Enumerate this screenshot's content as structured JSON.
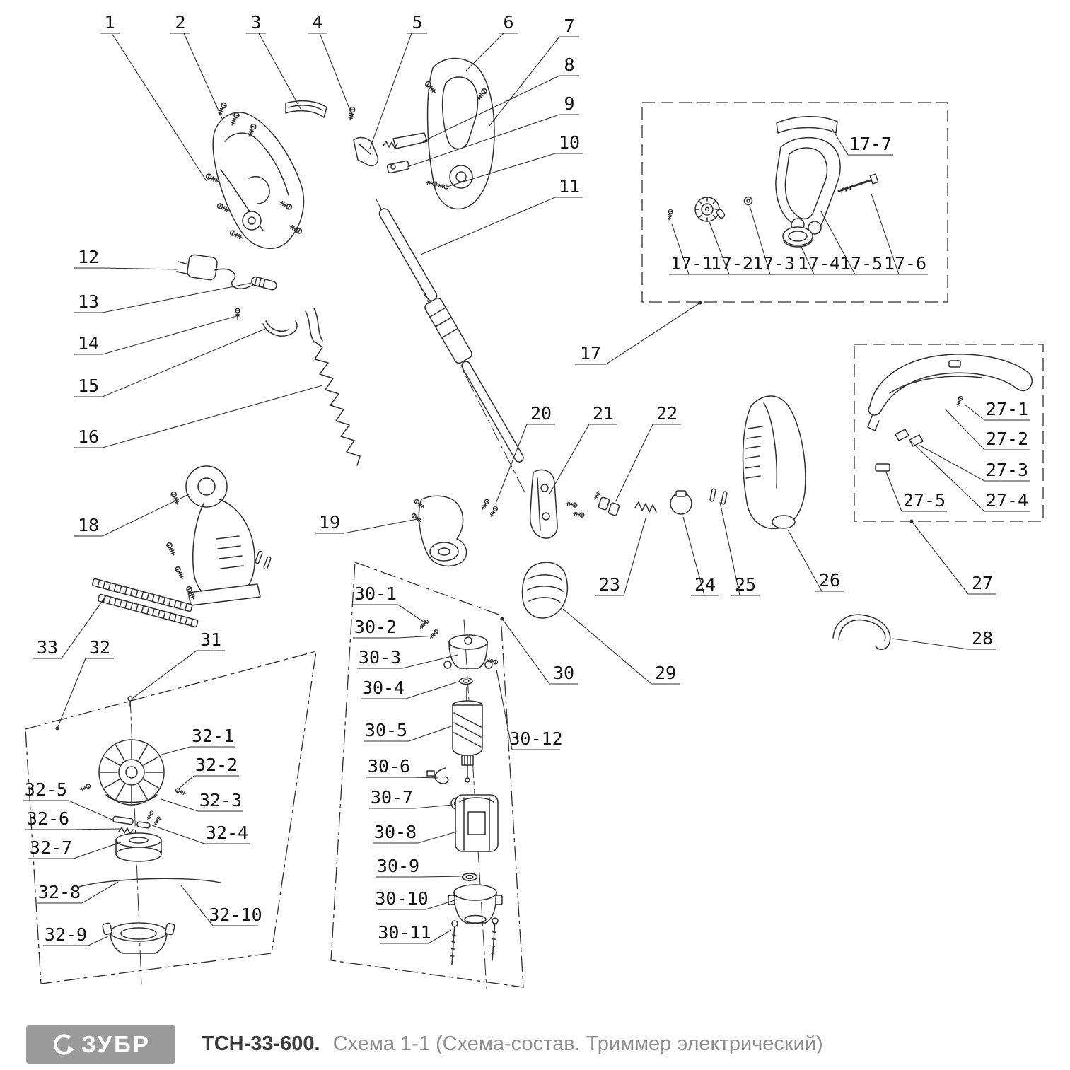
{
  "footer": {
    "brand": "ЗУБР",
    "model": "ТСН-33-600.",
    "subtitle": "Схема 1-1 (Схема-состав. Триммер электрический)"
  },
  "parts": {
    "p1": "1",
    "p2": "2",
    "p3": "3",
    "p4": "4",
    "p5": "5",
    "p6": "6",
    "p7": "7",
    "p8": "8",
    "p9": "9",
    "p10": "10",
    "p11": "11",
    "p12": "12",
    "p13": "13",
    "p14": "14",
    "p15": "15",
    "p16": "16",
    "p17": "17",
    "p17_1": "17-1",
    "p17_2": "17-2",
    "p17_3": "17-3",
    "p17_4": "17-4",
    "p17_5": "17-5",
    "p17_6": "17-6",
    "p17_7": "17-7",
    "p18": "18",
    "p19": "19",
    "p20": "20",
    "p21": "21",
    "p22": "22",
    "p23": "23",
    "p24": "24",
    "p25": "25",
    "p26": "26",
    "p27": "27",
    "p27_1": "27-1",
    "p27_2": "27-2",
    "p27_3": "27-3",
    "p27_4": "27-4",
    "p27_5": "27-5",
    "p28": "28",
    "p29": "29",
    "p30": "30",
    "p30_1": "30-1",
    "p30_2": "30-2",
    "p30_3": "30-3",
    "p30_4": "30-4",
    "p30_5": "30-5",
    "p30_6": "30-6",
    "p30_7": "30-7",
    "p30_8": "30-8",
    "p30_9": "30-9",
    "p30_10": "30-10",
    "p30_11": "30-11",
    "p30_12": "30-12",
    "p31": "31",
    "p32": "32",
    "p32_1": "32-1",
    "p32_2": "32-2",
    "p32_3": "32-3",
    "p32_4": "32-4",
    "p32_5": "32-5",
    "p32_6": "32-6",
    "p32_7": "32-7",
    "p32_8": "32-8",
    "p32_9": "32-9",
    "p32_10": "32-10",
    "p33": "33"
  }
}
